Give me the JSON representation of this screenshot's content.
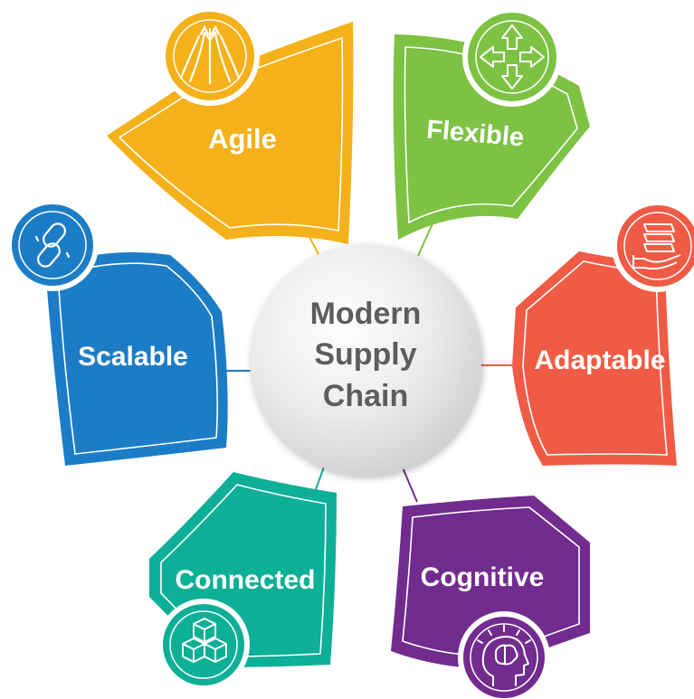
{
  "center": {
    "lines": [
      "Modern",
      "Supply",
      "Chain"
    ]
  },
  "segments": [
    {
      "label": "Agile",
      "color": "#F5B11A",
      "icon": "fountain-icon"
    },
    {
      "label": "Flexible",
      "color": "#7DC243",
      "icon": "four-direction-arrows-icon"
    },
    {
      "label": "Adaptable",
      "color": "#EF5B45",
      "icon": "hand-holding-stack-icon"
    },
    {
      "label": "Cognitive",
      "color": "#722C8E",
      "icon": "head-brain-icon"
    },
    {
      "label": "Connected",
      "color": "#0DAF96",
      "icon": "cubes-icon"
    },
    {
      "label": "Scalable",
      "color": "#1C7DC6",
      "icon": "chain-link-icon"
    }
  ]
}
